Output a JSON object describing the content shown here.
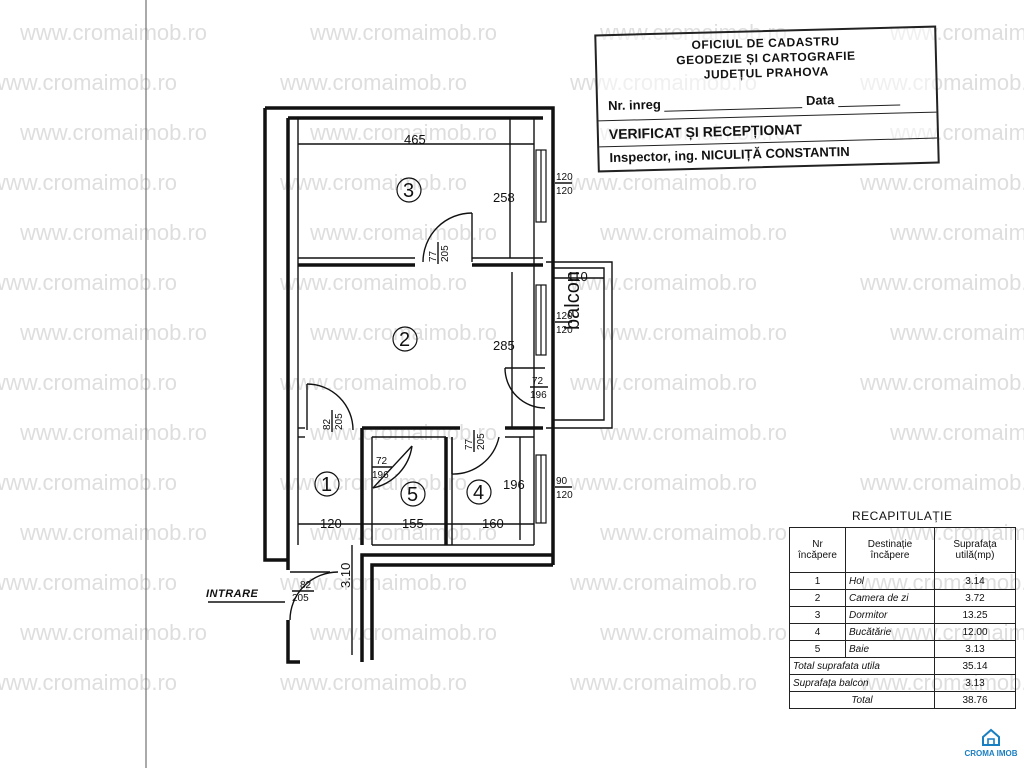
{
  "watermark": {
    "text": "www.cromaimob.ro",
    "color": "#dedede"
  },
  "stamp": {
    "line1": "OFICIUL DE CADASTRU",
    "line2": "GEODEZIE ȘI CARTOGRAFIE",
    "line3": "JUDEȚUL PRAHOVA",
    "nr_label": "Nr. inreg",
    "date_label": "Data",
    "verified": "VERIFICAT ȘI RECEPȚIONAT",
    "inspector_label": "Inspector, ing.",
    "inspector_name": "NICULIȚĂ CONSTANTIN"
  },
  "plan": {
    "rooms": [
      {
        "number": "1"
      },
      {
        "number": "2"
      },
      {
        "number": "3"
      },
      {
        "number": "4"
      },
      {
        "number": "5"
      }
    ],
    "dimensions": {
      "room3_width": "465",
      "room3_depth": "258",
      "room2_depth": "285",
      "balcony_width": "110",
      "room1_width": "120",
      "room5_width": "155",
      "room4_width": "160",
      "room4_depth": "196",
      "hall_length": "3.10"
    },
    "windows": {
      "room3": {
        "top": "120",
        "bottom": "120"
      },
      "room2": {
        "top": "120",
        "bottom": "120"
      },
      "room4": {
        "top": "90",
        "bottom": "120"
      }
    },
    "doors": {
      "room3": {
        "top": "77",
        "bottom": "205"
      },
      "balcony": {
        "top": "72",
        "bottom": "196"
      },
      "room1": {
        "top": "82",
        "bottom": "205"
      },
      "room5": {
        "top": "72",
        "bottom": "196"
      },
      "room4": {
        "top": "77",
        "bottom": "205"
      },
      "entrance": {
        "top": "82",
        "bottom": "205"
      }
    },
    "entrance_label": "INTRARE",
    "balcony_label": "balcon"
  },
  "recap": {
    "title": "RECAPITULAȚIE",
    "headers": [
      "Nr încăpere",
      "Destinație încăpere",
      "Suprafața utilă(mp)"
    ],
    "rows": [
      {
        "nr": "1",
        "dest": "Hol",
        "area": "3.14"
      },
      {
        "nr": "2",
        "dest": "Camera de zi",
        "area": "3.72"
      },
      {
        "nr": "3",
        "dest": "Dormitor",
        "area": "13.25"
      },
      {
        "nr": "4",
        "dest": "Bucătărie",
        "area": "12.00"
      },
      {
        "nr": "5",
        "dest": "Baie",
        "area": "3.13"
      }
    ],
    "total_util_label": "Total suprafata utila",
    "total_util_value": "35.14",
    "balcony_label": "Suprafața balcon",
    "balcony_value": "3.13",
    "total_label": "Total",
    "total_value": "38.76"
  },
  "logo": {
    "text": "CROMA IMOB",
    "icon": "house-icon",
    "color": "#1a7fc1"
  }
}
